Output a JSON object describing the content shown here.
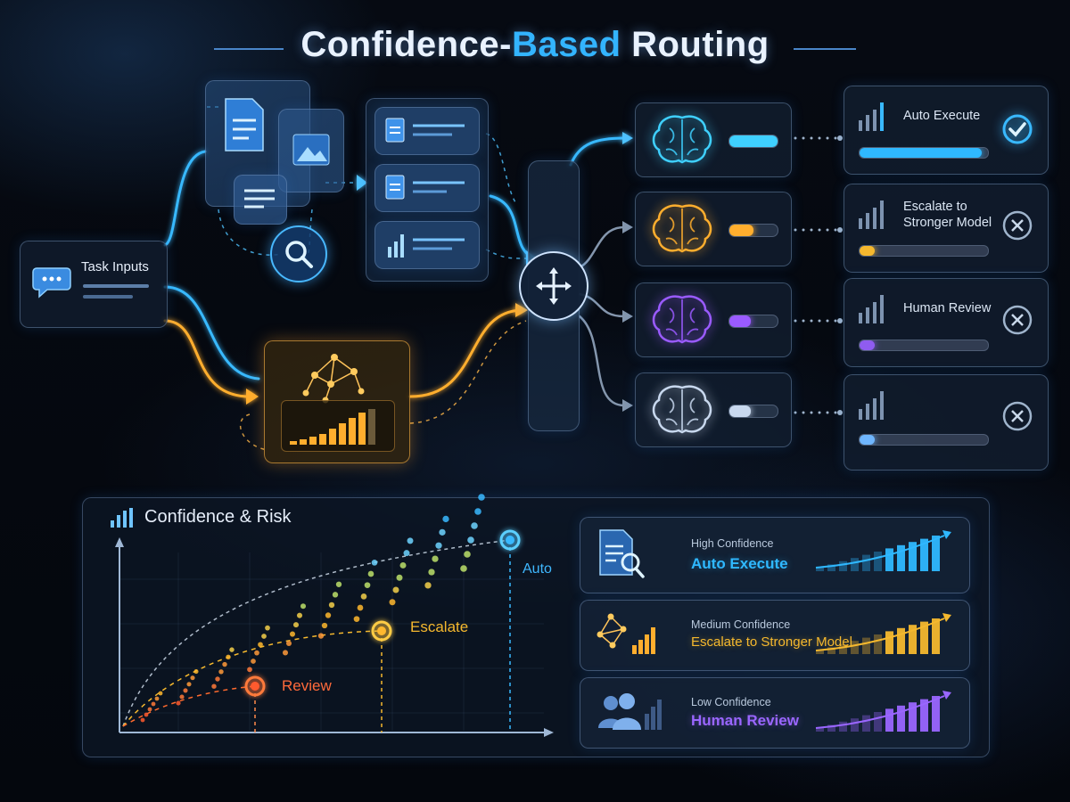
{
  "title": {
    "part1": "Confidence-",
    "part2": "Based",
    "part3": " Routing"
  },
  "task_inputs": {
    "label": "Task Inputs"
  },
  "outcomes": [
    {
      "label": "Auto Execute",
      "status": "check",
      "confidence": 0.95,
      "color": "#2fb8ff"
    },
    {
      "label": "Escalate to\nStronger Model",
      "status": "x",
      "confidence": 0.12,
      "color": "#f5b82e"
    },
    {
      "label": "Human Review",
      "status": "x",
      "confidence": 0.12,
      "color": "#8f5cf0"
    },
    {
      "label": "",
      "status": "x",
      "confidence": 0.12,
      "color": "#6fb6ff"
    }
  ],
  "models": [
    {
      "color": "#3fd0ff",
      "level": 1.0
    },
    {
      "color": "#ffae2e",
      "level": 0.5
    },
    {
      "color": "#9a5bff",
      "level": 0.45
    },
    {
      "color": "#c8d8ee",
      "level": 0.45
    }
  ],
  "chart": {
    "title": "Confidence & Risk",
    "markers": {
      "auto": "Auto",
      "escalate": "Escalate",
      "review": "Review"
    }
  },
  "legend": [
    {
      "level": "High Confidence",
      "action": "Auto Execute",
      "color": "#2fb8ff"
    },
    {
      "level": "Medium Confidence",
      "action": "Escalate to Stronger Model",
      "color": "#f5b82e"
    },
    {
      "level": "Low Confidence",
      "action": "Human Review",
      "color": "#9a66ff"
    }
  ]
}
